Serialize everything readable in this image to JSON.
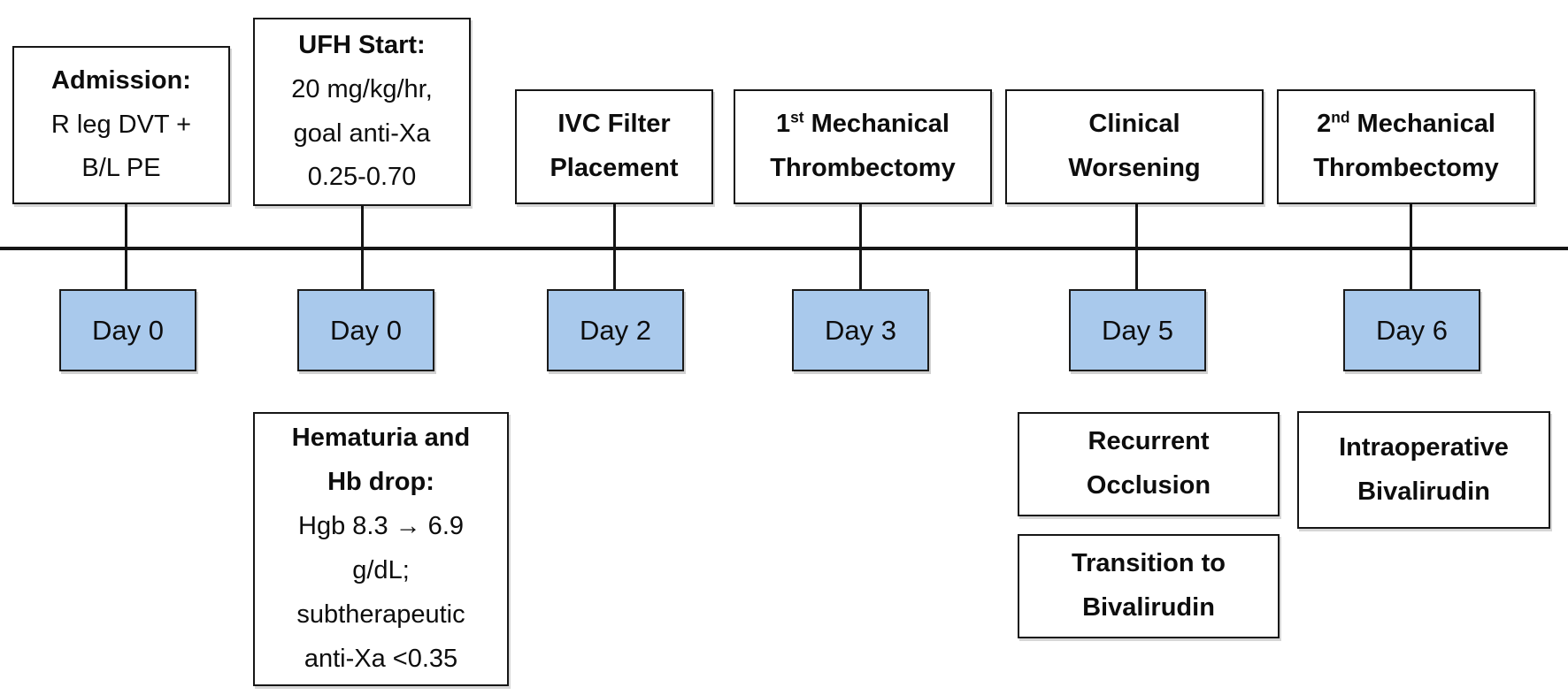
{
  "figure": {
    "type": "clinical-timeline",
    "colors": {
      "day_box_fill": "#A9C9EC",
      "box_border": "#161616",
      "timeline_line": "#151515"
    }
  },
  "events_above": [
    {
      "title": "Admission:",
      "lines": [
        "R leg DVT +",
        "B/L PE"
      ]
    },
    {
      "title": "UFH Start:",
      "lines": [
        "20 mg/kg/hr,",
        "goal anti-Xa",
        "0.25-0.70"
      ]
    },
    {
      "bold1": "IVC Filter",
      "bold2": "Placement"
    },
    {
      "ordinal": "1",
      "sup": "st",
      "rest": " Mechanical",
      "bold2": "Thrombectomy"
    },
    {
      "bold1": "Clinical",
      "bold2": "Worsening"
    },
    {
      "ordinal": "2",
      "sup": "nd",
      "rest": " Mechanical",
      "bold2": "Thrombectomy"
    }
  ],
  "days": [
    "Day 0",
    "Day 0",
    "Day 2",
    "Day 3",
    "Day 5",
    "Day 6"
  ],
  "events_below": [
    {
      "bold1": "Hematuria and",
      "bold2": "Hb drop:",
      "lines": [
        "Hgb 8.3 → 6.9",
        "g/dL;",
        "subtherapeutic",
        "anti-Xa <0.35"
      ]
    },
    {
      "bold1": "Recurrent",
      "bold2": "Occlusion"
    },
    {
      "bold1": "Transition to",
      "bold2": "Bivalirudin"
    },
    {
      "bold1": "Intraoperative",
      "bold2": "Bivalirudin"
    }
  ]
}
